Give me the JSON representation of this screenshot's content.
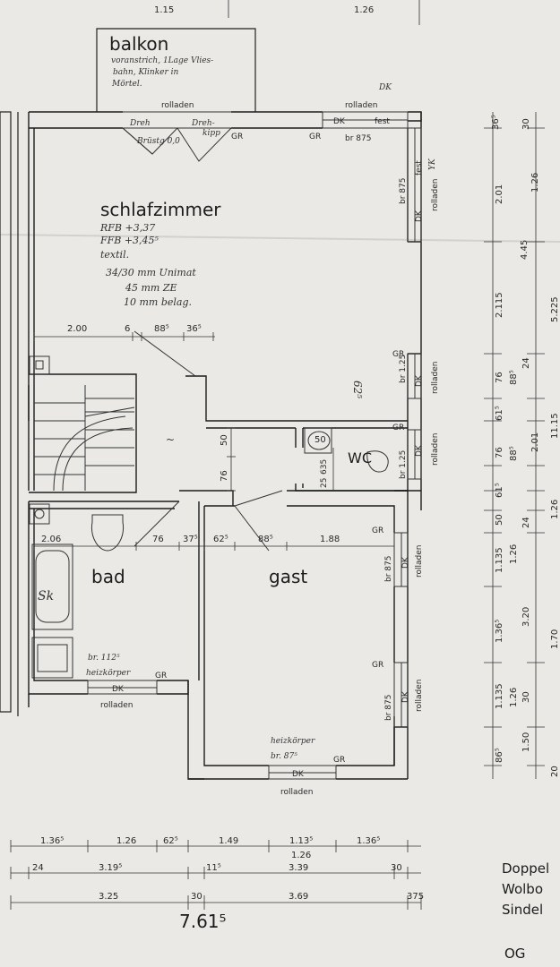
{
  "top_marks": {
    "left": "1.15",
    "right": "1.26"
  },
  "balkon": {
    "title": "balkon",
    "note1": "voranstrich, 1Lage Vlies-",
    "note2": "bahn, Klinker in",
    "note3": "Mörtel."
  },
  "window_labels": {
    "rolladen": "rolladen",
    "dk": "DK",
    "gr": "GR",
    "fest": "fest",
    "dreh": "Dreh",
    "dreh_kipp_1": "Dreh-",
    "dreh_kipp_2": "kipp",
    "bruestung": "Brüstg 0,0",
    "br875": "br 875",
    "br87": "br. 87",
    "br125": "br 1.25",
    "br_wc": "br 1.25",
    "dk_mark": "DK",
    "yk_mark": "YK"
  },
  "schlafzimmer": {
    "title": "schlafzimmer",
    "rfb": "RFB +3,37",
    "ffb": "FFB +3,45⁵",
    "l1": "textil.",
    "l2": "34/30 mm Unimat",
    "l3": "45 mm ZE",
    "l4": "10 mm belag."
  },
  "wc": {
    "title": "WC",
    "dim50": "50"
  },
  "bad": {
    "title": "bad",
    "tub": "Sk",
    "heizkoerper1": "br. 112⁵",
    "heizkoerper2": "heizkörper"
  },
  "gast": {
    "title": "gast",
    "heizkoerper1": "heizkörper",
    "heizkoerper2": "br. 87⁵"
  },
  "inner_dims": {
    "d200": "2.00",
    "d6": "6",
    "d885a": "88⁵",
    "d365": "36⁵",
    "d206": "2.06",
    "d76": "76",
    "d375": "37⁵",
    "d625": "62⁵",
    "d885b": "88⁵",
    "d188": "1.88",
    "d50a": "50",
    "d76b": "76",
    "d25": "25",
    "d635": "635",
    "d625b": "62⁵"
  },
  "right_dims_outer": [
    "36⁵",
    "2.01",
    "4.45",
    "2.115",
    "76",
    "61⁵",
    "76",
    "61⁵",
    "50",
    "1.135",
    "1.36⁵",
    "1.135",
    "86⁵"
  ],
  "right_dims_inner": [
    "30",
    "1.26",
    "24",
    "88⁵",
    "2.01",
    "88⁵",
    "24",
    "1.26",
    "3.20",
    "30",
    "1.26",
    "1.50"
  ],
  "right_dims_far": [
    "5.225",
    "11.15",
    "1.26",
    "1.70",
    "20"
  ],
  "bottom_dims": {
    "row1": [
      "1.36⁵",
      "1.26",
      "62⁵",
      "1.49",
      "1.13⁵",
      "1.36⁵"
    ],
    "row1_sub": "1.26",
    "row2": [
      "24",
      "3.19⁵",
      "11⁵",
      "3.39",
      "30"
    ],
    "row3": [
      "3.25",
      "30",
      "3.69",
      "375"
    ],
    "total": "7.61⁵"
  },
  "title_block": {
    "line1": "Doppel",
    "line2": "Wolbo",
    "line3": "Sindel",
    "line4": "OG"
  }
}
